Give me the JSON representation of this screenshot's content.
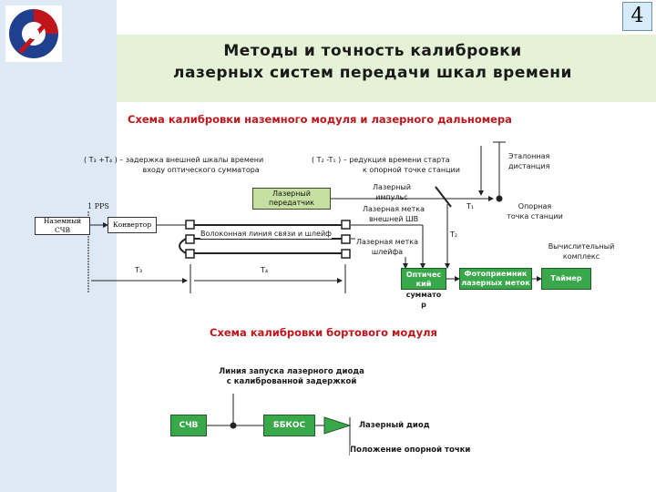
{
  "page": {
    "number": "4"
  },
  "title": {
    "line1": "Методы и точность калибровки",
    "line2": "лазерных систем передачи шкал времени"
  },
  "ground_scheme": {
    "heading": "Схема калибровки наземного модуля и лазерного дальномера",
    "note_t34": "( T₃ +T₄ ) – задержка внешней шкалы времени",
    "note_t34_2": "входу оптического сумматора",
    "note_t21": "( T₂ -T₁ ) – редукция времени старта",
    "note_t21_2": "к опорной точке станции",
    "pps": "1 PPS",
    "ground_clock": [
      "Наземный",
      "СЧВ"
    ],
    "converter": "Конвертор",
    "laser_tx": [
      "Лазерный",
      "передатчик"
    ],
    "fiber": "Волоконная линия связи и шлейф",
    "laser_pulse": [
      "Лазерный",
      "импульс"
    ],
    "laser_mark_external": [
      "Лазерная метка",
      "внешней ШВ"
    ],
    "laser_mark_loop": [
      "Лазерная метка",
      "шлейфа"
    ],
    "reference_distance": [
      "Эталонная",
      "дистанция"
    ],
    "reference_point": [
      "Опорная",
      "точка станции"
    ],
    "computing_complex": [
      "Вычислительный",
      "комплекс"
    ],
    "optical_combiner": [
      "Оптичес",
      "кий",
      "суммато",
      "р"
    ],
    "photoreceiver": [
      "Фотоприемник",
      "лазерных меток"
    ],
    "timer": "Таймер",
    "t1": "T₁",
    "t2": "T₂",
    "t3": "T₃",
    "t4": "T₄"
  },
  "onboard_scheme": {
    "heading": "Схема калибровки бортового модуля",
    "trigger_line": [
      "Линия запуска лазерного диода",
      "с калиброванной задержкой"
    ],
    "clock": "СЧВ",
    "bbkos": "ББКОС",
    "laser_diode": "Лазерный диод",
    "reference_position": "Положение опорной точки"
  },
  "colors": {
    "accent_red": "#c0161b",
    "green_box": "#c6e0a2",
    "dark_green_box": "#39a84a",
    "title_band": "#e6f2d6",
    "left_strip": "#dde9f5"
  }
}
